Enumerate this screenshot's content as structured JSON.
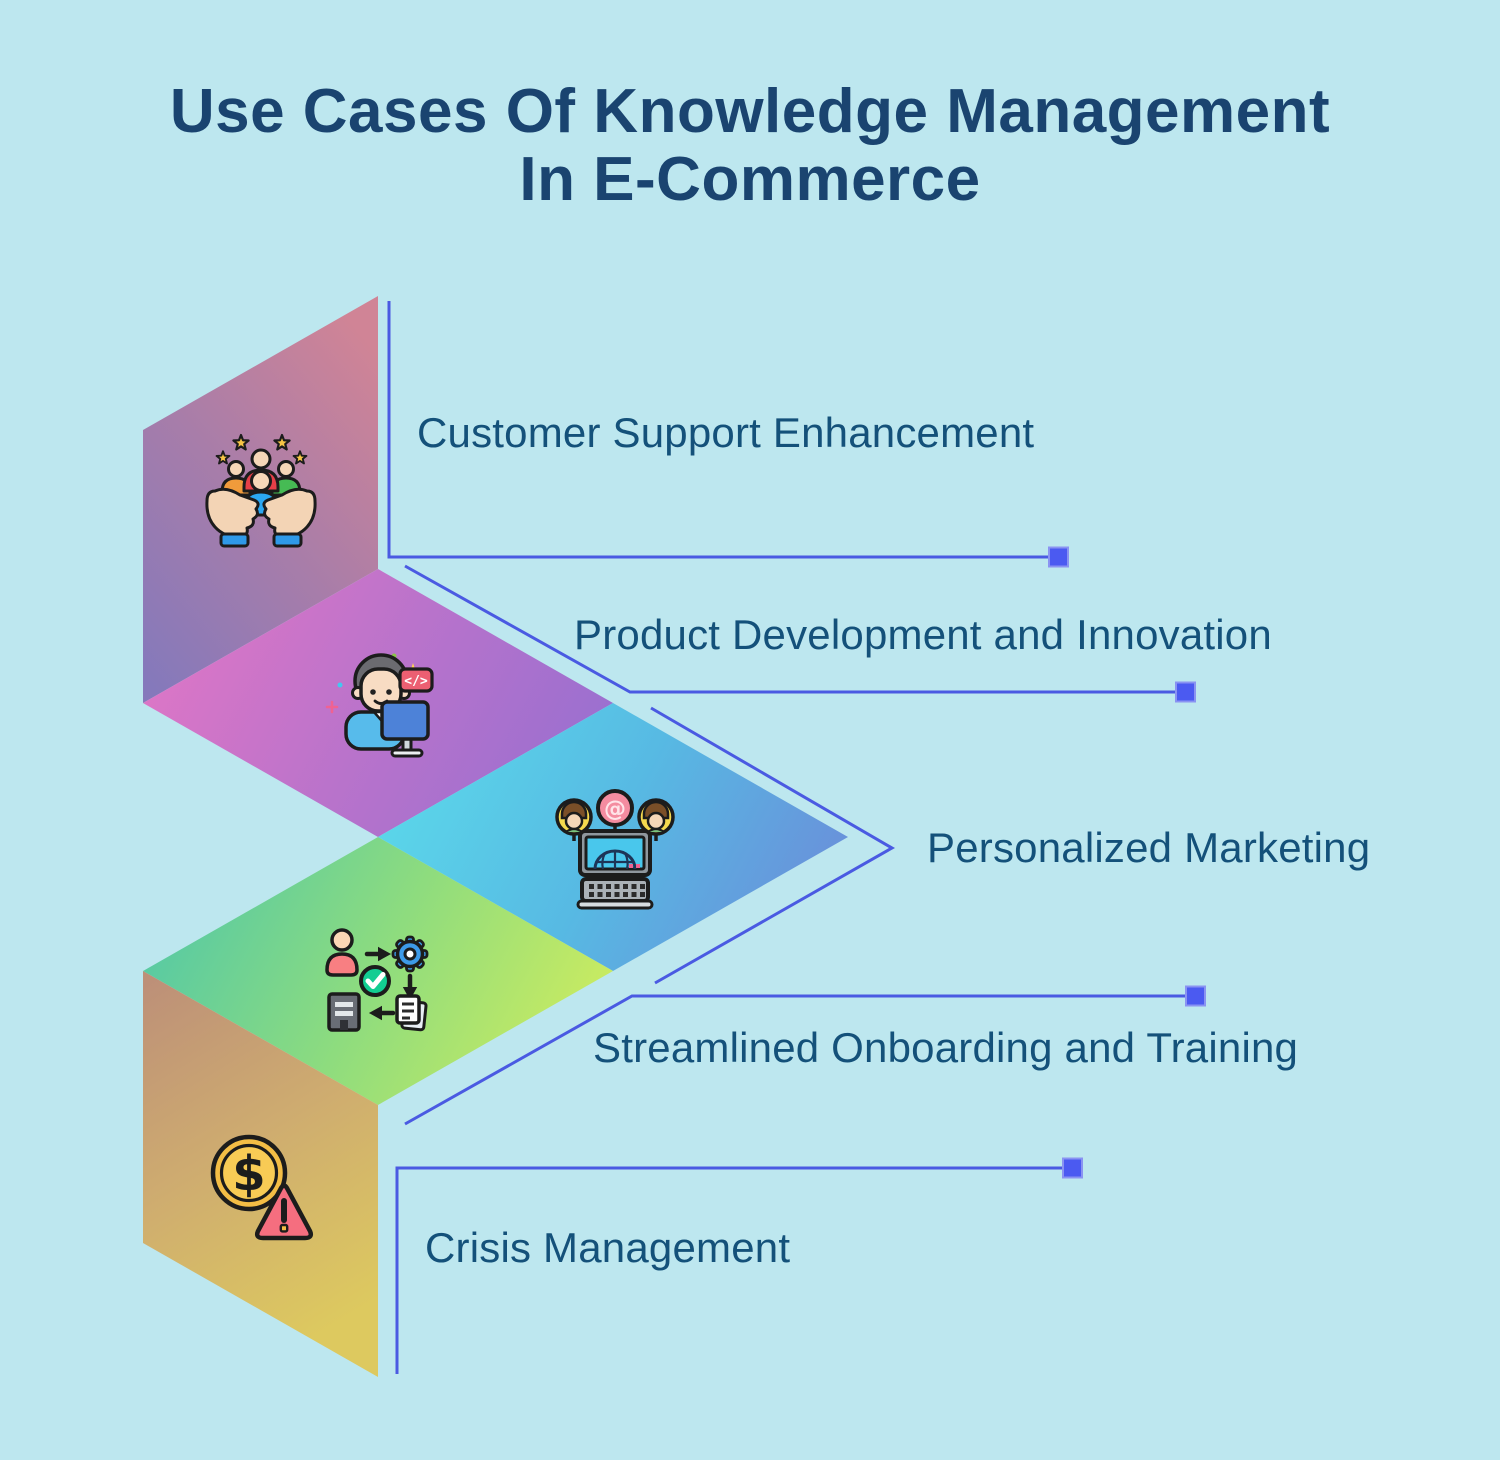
{
  "title": {
    "line1": "Use Cases Of Knowledge Management",
    "line2": "In E-Commerce"
  },
  "items": [
    {
      "label": "Customer Support Enhancement",
      "icon": "customer-support-icon"
    },
    {
      "label": "Product Development and Innovation",
      "icon": "developer-computer-icon"
    },
    {
      "label": "Personalized Marketing",
      "icon": "marketing-monitor-icon"
    },
    {
      "label": "Streamlined Onboarding and Training",
      "icon": "onboarding-process-icon"
    },
    {
      "label": "Crisis Management",
      "icon": "financial-crisis-icon"
    }
  ],
  "icon_glyphs": {
    "code_tag": "</>",
    "at_sign": "@",
    "dollar_sign": "$"
  },
  "colors": {
    "background": "#bde7ef",
    "connector_blue": "#4a5ae2",
    "endpoint_square": "#4b5af1",
    "title_text": "#1a4470",
    "label_text": "#14517a",
    "shape1_gradient": [
      "#d08496",
      "#a87da9",
      "#8579bb"
    ],
    "shape2_gradient": [
      "#de76c6",
      "#b973cb",
      "#996fd0"
    ],
    "shape3_gradient": [
      "#5bd8ea",
      "#57b9e3",
      "#6a8fda"
    ],
    "shape4_gradient": [
      "#55c9a5",
      "#8edc7e",
      "#cdec5f"
    ],
    "shape5_gradient": [
      "#bd9078",
      "#cfad6f",
      "#ddc95f"
    ]
  }
}
